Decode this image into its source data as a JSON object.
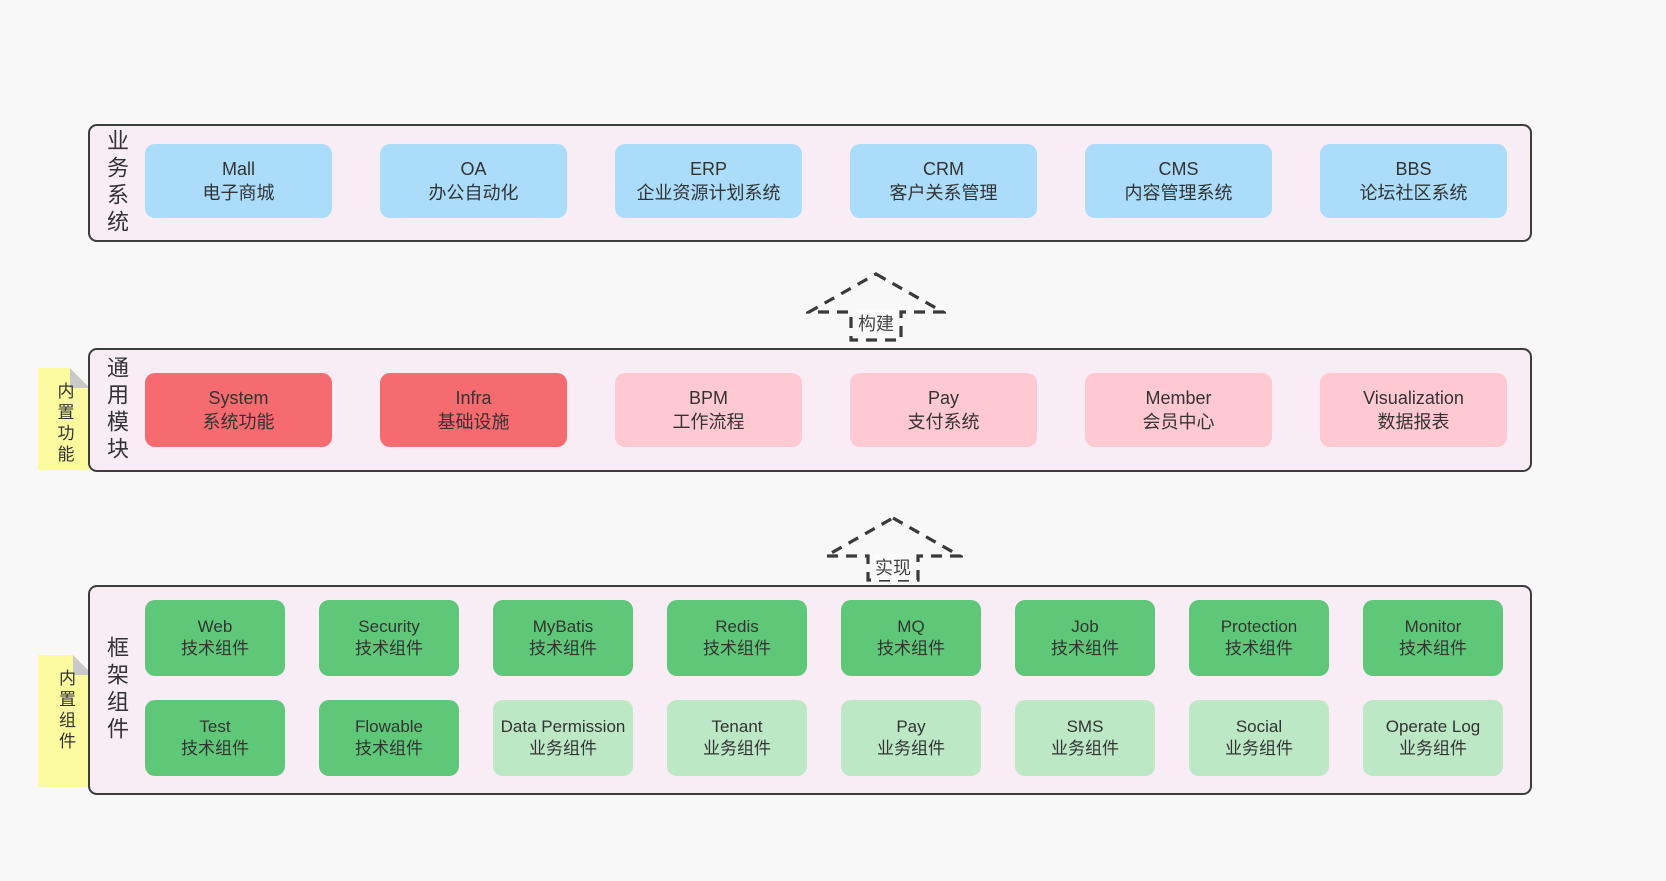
{
  "colors": {
    "page_bg": "#f8f8f8",
    "layer_bg": "#f8ecf5",
    "layer_border": "#3d3d3d",
    "blue": "#abdcfa",
    "red": "#f56b6f",
    "pink": "#ffc9d2",
    "green": "#5fc878",
    "light_green": "#bce8c6",
    "note_yellow": "#fbfa9e",
    "note_fold_gray": "#c9c9c9",
    "arrow_dash": "#3a3a3a",
    "text": "#333333"
  },
  "arrows": [
    {
      "label": "构建"
    },
    {
      "label": "实现"
    }
  ],
  "layers": [
    {
      "label": "业务系统",
      "note": null,
      "rows": [
        [
          {
            "title": "Mall",
            "subtitle": "电子商城",
            "variant": "blue"
          },
          {
            "title": "OA",
            "subtitle": "办公自动化",
            "variant": "blue"
          },
          {
            "title": "ERP",
            "subtitle": "企业资源计划系统",
            "variant": "blue"
          },
          {
            "title": "CRM",
            "subtitle": "客户关系管理",
            "variant": "blue"
          },
          {
            "title": "CMS",
            "subtitle": "内容管理系统",
            "variant": "blue"
          },
          {
            "title": "BBS",
            "subtitle": "论坛社区系统",
            "variant": "blue"
          }
        ]
      ]
    },
    {
      "label": "通用模块",
      "note": "内置功能",
      "rows": [
        [
          {
            "title": "System",
            "subtitle": "系统功能",
            "variant": "red"
          },
          {
            "title": "Infra",
            "subtitle": "基础设施",
            "variant": "red"
          },
          {
            "title": "BPM",
            "subtitle": "工作流程",
            "variant": "pink"
          },
          {
            "title": "Pay",
            "subtitle": "支付系统",
            "variant": "pink"
          },
          {
            "title": "Member",
            "subtitle": "会员中心",
            "variant": "pink"
          },
          {
            "title": "Visualization",
            "subtitle": "数据报表",
            "variant": "pink"
          }
        ]
      ]
    },
    {
      "label": "框架组件",
      "note": "内置组件",
      "rows": [
        [
          {
            "title": "Web",
            "subtitle": "技术组件",
            "variant": "green"
          },
          {
            "title": "Security",
            "subtitle": "技术组件",
            "variant": "green"
          },
          {
            "title": "MyBatis",
            "subtitle": "技术组件",
            "variant": "green"
          },
          {
            "title": "Redis",
            "subtitle": "技术组件",
            "variant": "green"
          },
          {
            "title": "MQ",
            "subtitle": "技术组件",
            "variant": "green"
          },
          {
            "title": "Job",
            "subtitle": "技术组件",
            "variant": "green"
          },
          {
            "title": "Protection",
            "subtitle": "技术组件",
            "variant": "green"
          },
          {
            "title": "Monitor",
            "subtitle": "技术组件",
            "variant": "green"
          }
        ],
        [
          {
            "title": "Test",
            "subtitle": "技术组件",
            "variant": "green"
          },
          {
            "title": "Flowable",
            "subtitle": "技术组件",
            "variant": "green"
          },
          {
            "title": "Data Permission",
            "subtitle": "业务组件",
            "variant": "lightgreen"
          },
          {
            "title": "Tenant",
            "subtitle": "业务组件",
            "variant": "lightgreen"
          },
          {
            "title": "Pay",
            "subtitle": "业务组件",
            "variant": "lightgreen"
          },
          {
            "title": "SMS",
            "subtitle": "业务组件",
            "variant": "lightgreen"
          },
          {
            "title": "Social",
            "subtitle": "业务组件",
            "variant": "lightgreen"
          },
          {
            "title": "Operate Log",
            "subtitle": "业务组件",
            "variant": "lightgreen"
          }
        ]
      ]
    }
  ]
}
